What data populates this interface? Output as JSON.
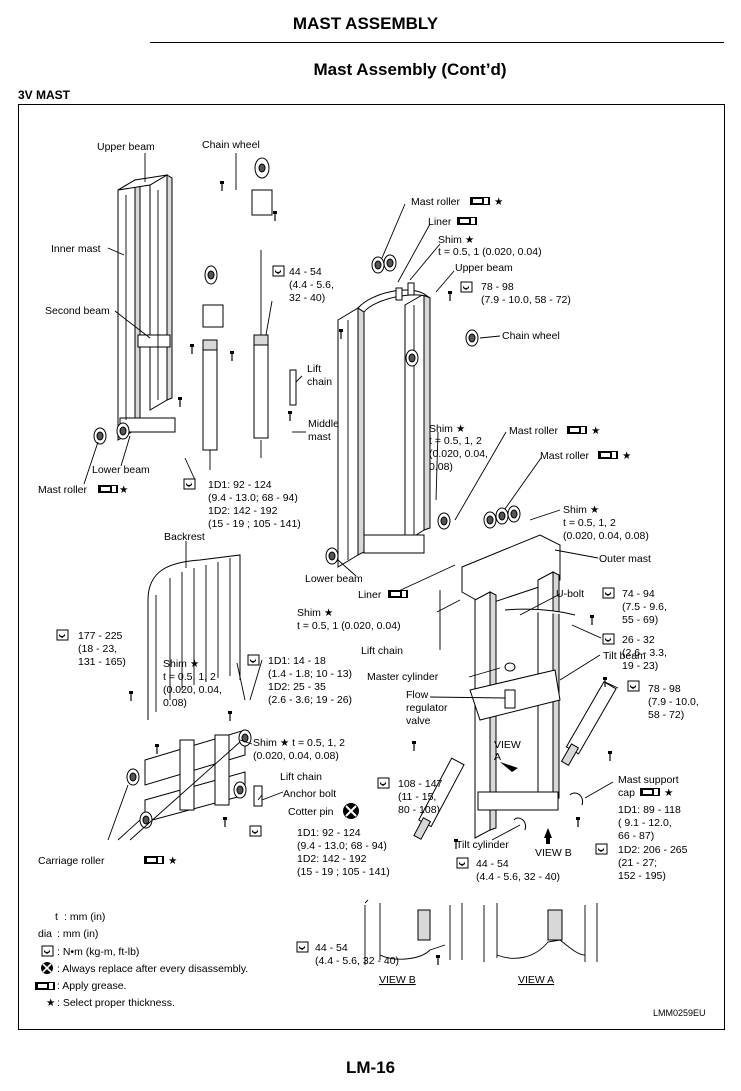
{
  "header": {
    "title": "MAST ASSEMBLY"
  },
  "subtitle": "Mast Assembly (Cont’d)",
  "section": "3V MAST",
  "footer": {
    "page": "LM-16"
  },
  "figure_code": "LMM0259EU",
  "labels": {
    "upper_beam_left": "Upper beam",
    "chain_wheel_left": "Chain wheel",
    "inner_mast": "Inner mast",
    "second_beam": "Second beam",
    "lower_beam_left": "Lower beam",
    "mast_roller_left": "Mast roller",
    "torque_44_1": "44 - 54",
    "torque_44_1b": "(4.4 - 5.6,",
    "torque_44_1c": "32 - 40)",
    "lift_chain_top": "Lift",
    "lift_chain_top_b": "chain",
    "middle_mast": "Middle",
    "middle_mast_b": "mast",
    "cyl_1d1": "1D1: 92 - 124",
    "cyl_1d1b": "(9.4 - 13.0; 68 - 94)",
    "cyl_1d2": "1D2: 142 - 192",
    "cyl_1d2b": "(15 - 19 ; 105 - 141)",
    "mast_roller_top": "Mast roller",
    "liner_top": "Liner",
    "shim_top": "Shim ★",
    "shim_top_b": "t = 0.5, 1 (0.020, 0.04)",
    "upper_beam_mid": "Upper beam",
    "torque_78_top": "78 - 98",
    "torque_78_top_b": "(7.9 - 10.0, 58 - 72)",
    "chain_wheel_mid": "Chain wheel",
    "shim_mid": "Shim ★",
    "shim_mid_b": "t = 0.5, 1, 2",
    "shim_mid_c": "(0.020, 0.04,",
    "shim_mid_d": "0.08)",
    "mast_roller_mid1": "Mast roller",
    "mast_roller_mid2": "Mast roller",
    "shim_right": "Shim ★",
    "shim_right_b": "t = 0.5, 1, 2",
    "shim_right_c": "(0.020, 0.04, 0.08)",
    "outer_mast": "Outer mast",
    "lower_beam_mid": "Lower beam",
    "backrest": "Backrest",
    "liner_mid": "Liner",
    "u_bolt": "U-bolt",
    "torque_74": "74 - 94",
    "torque_74b": "(7.5 - 9.6,",
    "torque_74c": "55 - 69)",
    "shim_lower": "Shim ★",
    "shim_lower_b": "t = 0.5, 1 (0.020, 0.04)",
    "lift_chain_mid": "Lift chain",
    "torque_26": "26 - 32",
    "torque_26b": "(2.6 - 3.3,",
    "torque_26c": "19 - 23)",
    "torque_177": "177 - 225",
    "torque_177b": "(18 - 23,",
    "torque_177c": "131 - 165)",
    "shim_carriage": "Shim ★",
    "shim_carriage_b": "t = 0.5, 1, 2",
    "shim_carriage_c": "(0.020, 0.04,",
    "shim_carriage_d": "0.08)",
    "torque_1d1_14": "1D1: 14 - 18",
    "torque_1d1_14b": "(1.4 - 1.8; 10 - 13)",
    "torque_1d2_25": "1D2: 25 - 35",
    "torque_1d2_25b": "(2.6 - 3.6; 19 - 26)",
    "tilt_beam": "Tilt beam",
    "master_cylinder": "Master cylinder",
    "flow_reg": "Flow",
    "flow_reg_b": "regulator",
    "flow_reg_c": "valve",
    "torque_78_right": "78 - 98",
    "torque_78_right_b": "(7.9 - 10.0,",
    "torque_78_right_c": "58 - 72)",
    "shim_chain": "Shim ★ t = 0.5, 1, 2",
    "shim_chain_b": "(0.020, 0.04, 0.08)",
    "lift_chain_low": "Lift chain",
    "anchor_bolt": "Anchor bolt",
    "cotter_pin": "Cotter pin",
    "view_a": "VIEW",
    "view_a_b": "A",
    "torque_108": "108 - 147",
    "torque_108b": "(11 - 15,",
    "torque_108c": "80 - 108)",
    "mast_support": "Mast support",
    "mast_support_b": "cap",
    "ms_1d1": "1D1: 89 - 118",
    "ms_1d1b": "( 9.1 - 12.0,",
    "ms_1d1c": "66 - 87)",
    "ms_1d2": "1D2: 206 - 265",
    "ms_1d2b": "(21 - 27;",
    "ms_1d2c": "152 - 195)",
    "carriage_roller": "Carriage roller",
    "cs_1d1": "1D1: 92 - 124",
    "cs_1d1b": "(9.4 - 13.0; 68 - 94)",
    "cs_1d2": "1D2: 142 - 192",
    "cs_1d2b": "(15 - 19 ; 105 - 141)",
    "tilt_cylinder": "Tilt cylinder",
    "view_b": "VIEW B",
    "torque_44_2": "44 - 54",
    "torque_44_2b": "(4.4 - 5.6, 32 - 40)",
    "torque_44_3": "44 - 54",
    "torque_44_3b": "(4.4 - 5.6, 32 - 40)",
    "view_b_caption": "VIEW B",
    "view_a_caption": "VIEW A"
  },
  "legend": [
    {
      "symbol": "t",
      "text": ": mm (in)"
    },
    {
      "symbol": "dia",
      "text": ": mm (in)"
    },
    {
      "symbol": "wrench-icon",
      "text": ": N•m (kg-m, ft-lb)"
    },
    {
      "symbol": "replace-icon",
      "text": ": Always replace after every disassembly."
    },
    {
      "symbol": "grease-icon",
      "text": ": Apply grease."
    },
    {
      "symbol": "★",
      "text": ": Select proper thickness."
    }
  ]
}
